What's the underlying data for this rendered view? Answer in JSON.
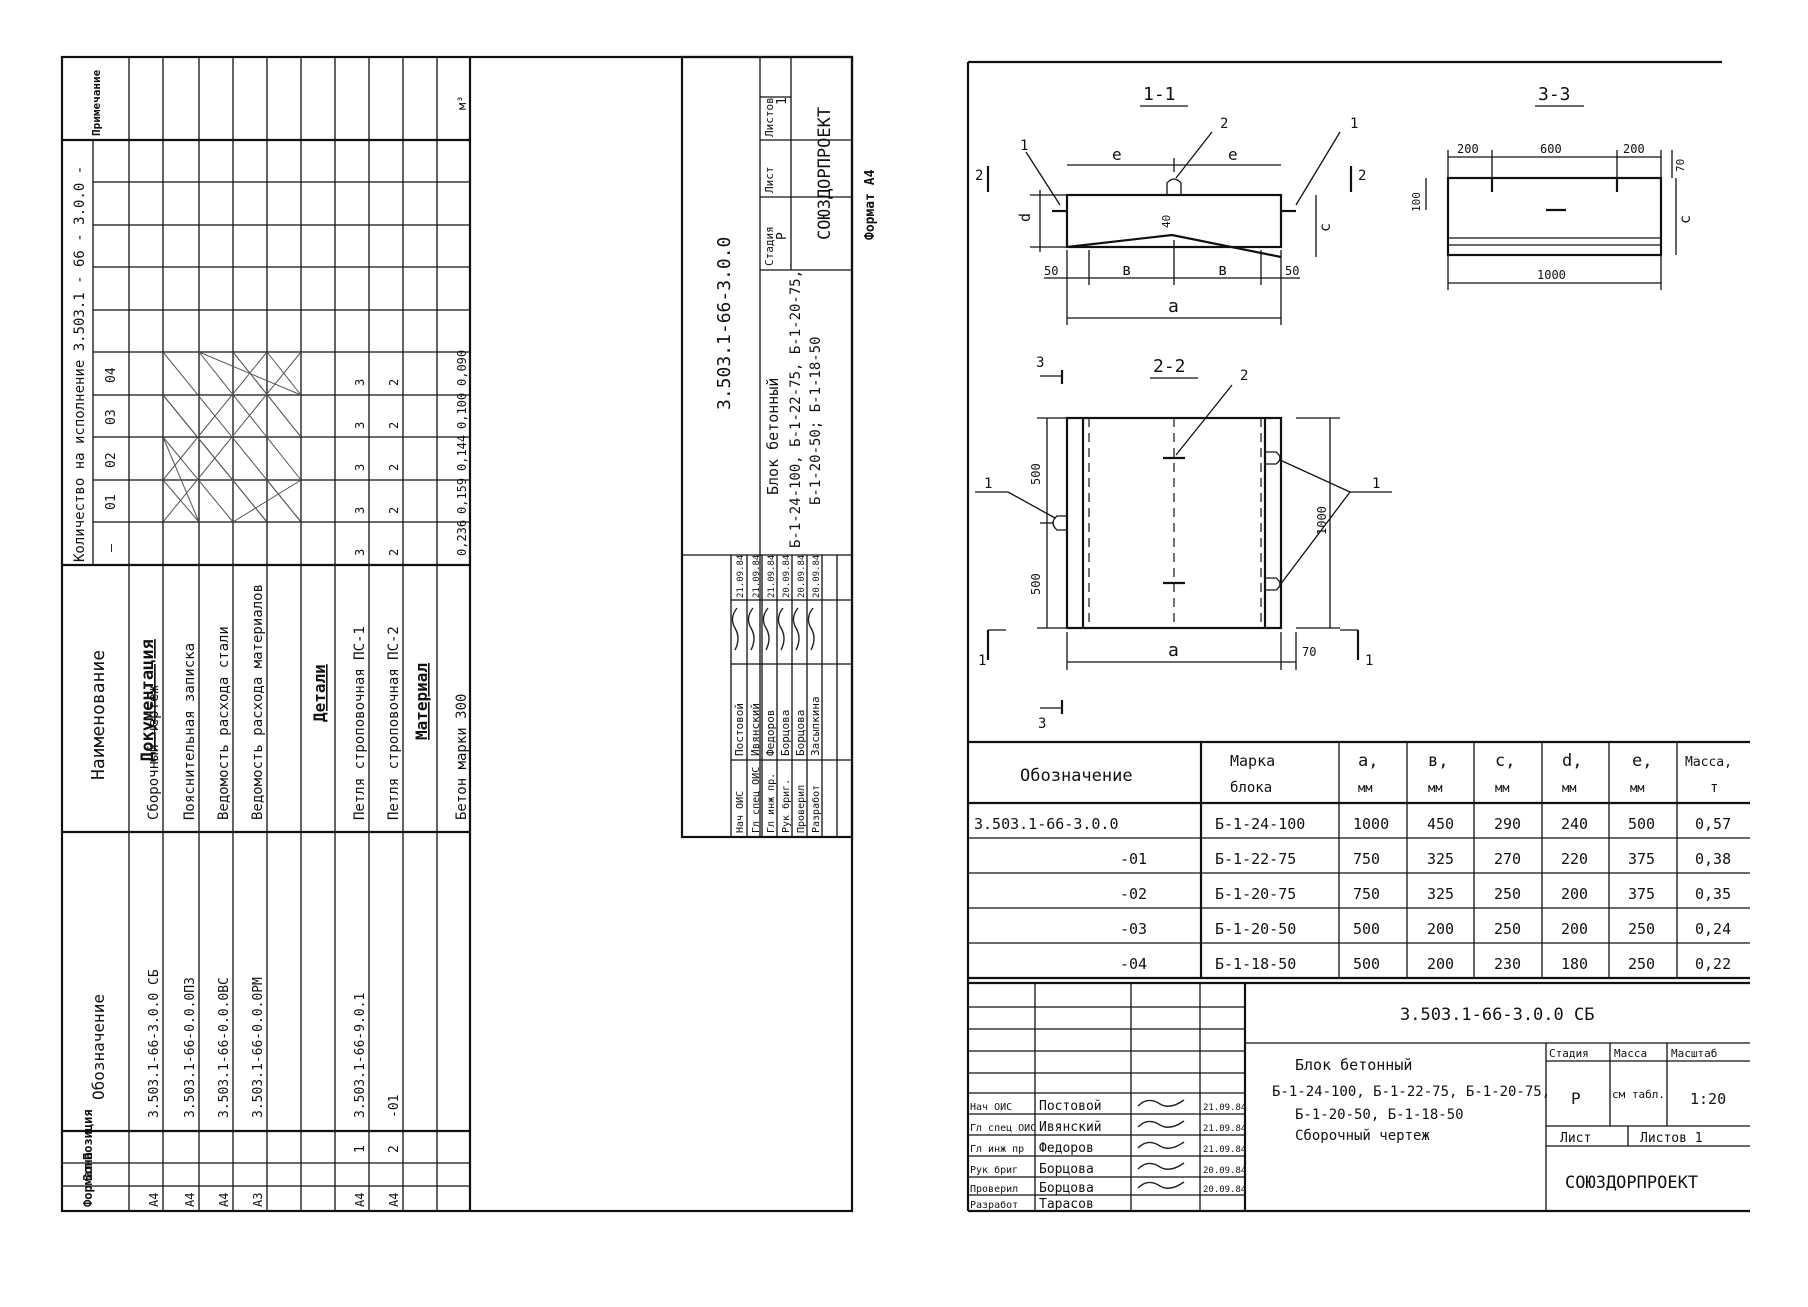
{
  "spec": {
    "col_headers": {
      "format": "Формат",
      "zone": "Зона",
      "position": "Позиция",
      "designation": "Обозначение",
      "name": "Наименование",
      "quantity_title": "Количество на исполнение 3.503.1 - 66 - 3.0.0 -",
      "note": "Примечание"
    },
    "exec_cols": [
      "—",
      "01",
      "02",
      "03",
      "04"
    ],
    "sections": {
      "documentation": "Документация",
      "details": "Детали",
      "materials": "Материал"
    },
    "rows": [
      {
        "fmt": "А4",
        "pos": "",
        "code": "3.503.1-66-3.0.0 СБ",
        "name": "Сборочный чертеж"
      },
      {
        "fmt": "А4",
        "pos": "",
        "code": "3.503.1-66-0.0.0ПЗ",
        "name": "Пояснительная записка"
      },
      {
        "fmt": "А4",
        "pos": "",
        "code": "3.503.1-66-0.0.0ВС",
        "name": "Ведомость расхода стали"
      },
      {
        "fmt": "А3",
        "pos": "",
        "code": "3.503.1-66-0.0.0РМ",
        "name": "Ведомость расхода материалов"
      },
      {
        "fmt": "А4",
        "pos": "1",
        "code": "3.503.1-66-9.0.1",
        "name": "Петля строповочная ПС-1",
        "q": [
          "3",
          "3",
          "3",
          "3",
          "3"
        ]
      },
      {
        "fmt": "А4",
        "pos": "2",
        "code": "-01",
        "name": "Петля строповочная ПС-2",
        "q": [
          "2",
          "2",
          "2",
          "2",
          "2"
        ]
      },
      {
        "fmt": "",
        "pos": "",
        "code": "",
        "name": "Бетон марки 300",
        "q": [
          "0,236",
          "0,159",
          "0,144",
          "0,100",
          "0,090"
        ],
        "note": "м³"
      }
    ]
  },
  "title_block_left": {
    "code": "3.503.1-66-3.0.0",
    "name_line1": "Блок бетонный",
    "name_line2": "Б-1-24-100, Б-1-22-75, Б-1-20-75,",
    "name_line3": "Б-1-20-50; Б-1-18-50",
    "stage_label": "Стадия",
    "sheet_label": "Лист",
    "sheets_label": "Листов",
    "stage": "Р",
    "sheets": "1",
    "org": "СОЮЗДОРПРОЕКТ",
    "format": "Формат А4",
    "people": [
      {
        "role": "Нач ОИС",
        "name": "Постовой",
        "date": "21.09.84"
      },
      {
        "role": "Гл спец ОИС",
        "name": "Ивянский",
        "date": "21.09.84"
      },
      {
        "role": "Гл инж пр.",
        "name": "Федоров",
        "date": "21.09.84"
      },
      {
        "role": "Рук бриг.",
        "name": "Борцова",
        "date": "20.09.84"
      },
      {
        "role": "Проверил",
        "name": "Борцова",
        "date": "20.09.84"
      },
      {
        "role": "Разработ",
        "name": "Засыпкина",
        "date": "20.09.84"
      }
    ]
  },
  "drawing": {
    "s11": "1-1",
    "s22": "2-2",
    "s33": "3-3",
    "marks": {
      "one": "1",
      "two": "2",
      "three": "3"
    },
    "dims": {
      "e": "e",
      "d": "d",
      "c": "c",
      "b": "в",
      "a": "а",
      "n50": "50",
      "n40": "40",
      "n70": "70",
      "n100": "100",
      "n200": "200",
      "n600": "600",
      "n1000": "1000",
      "n500": "500"
    }
  },
  "table": {
    "headers": {
      "designation": "Обозначение",
      "mark1": "Марка",
      "mark2": "блока",
      "a": "а,",
      "b": "в,",
      "c": "с,",
      "d": "d,",
      "e": "е,",
      "mm": "мм",
      "mass1": "Масса,",
      "mass2": "т"
    },
    "rows": [
      {
        "des": "3.503.1-66-3.0.0",
        "mark": "Б-1-24-100",
        "a": "1000",
        "b": "450",
        "c": "290",
        "d": "240",
        "e": "500",
        "m": "0,57"
      },
      {
        "des": "-01",
        "mark": "Б-1-22-75",
        "a": "750",
        "b": "325",
        "c": "270",
        "d": "220",
        "e": "375",
        "m": "0,38"
      },
      {
        "des": "-02",
        "mark": "Б-1-20-75",
        "a": "750",
        "b": "325",
        "c": "250",
        "d": "200",
        "e": "375",
        "m": "0,35"
      },
      {
        "des": "-03",
        "mark": "Б-1-20-50",
        "a": "500",
        "b": "200",
        "c": "250",
        "d": "200",
        "e": "250",
        "m": "0,24"
      },
      {
        "des": "-04",
        "mark": "Б-1-18-50",
        "a": "500",
        "b": "200",
        "c": "230",
        "d": "180",
        "e": "250",
        "m": "0,22"
      }
    ]
  },
  "title_block_right": {
    "code": "3.503.1-66-3.0.0 СБ",
    "name_line1": "Блок бетонный",
    "name_line2": "Б-1-24-100, Б-1-22-75, Б-1-20-75,",
    "name_line3": "Б-1-20-50, Б-1-18-50",
    "name_line4": "Сборочный чертеж",
    "stage_label": "Стадия",
    "mass_label": "Масса",
    "scale_label": "Масштаб",
    "stage": "Р",
    "mass": "см табл.",
    "scale": "1:20",
    "sheet_label": "Лист",
    "sheets_label": "Листов 1",
    "org": "СОЮЗДОРПРОЕКТ",
    "people": [
      {
        "role": "Нач ОИС",
        "name": "Постовой",
        "date": "21.09.84"
      },
      {
        "role": "Гл спец ОИС",
        "name": "Ивянский",
        "date": "21.09.84"
      },
      {
        "role": "Гл инж пр",
        "name": "Федоров",
        "date": "21.09.84"
      },
      {
        "role": "Рук бриг",
        "name": "Борцова",
        "date": "20.09.84"
      },
      {
        "role": "Проверил",
        "name": "Борцова",
        "date": "20.09.84"
      },
      {
        "role": "Разработ",
        "name": "Тарасов",
        "date": ""
      }
    ]
  }
}
